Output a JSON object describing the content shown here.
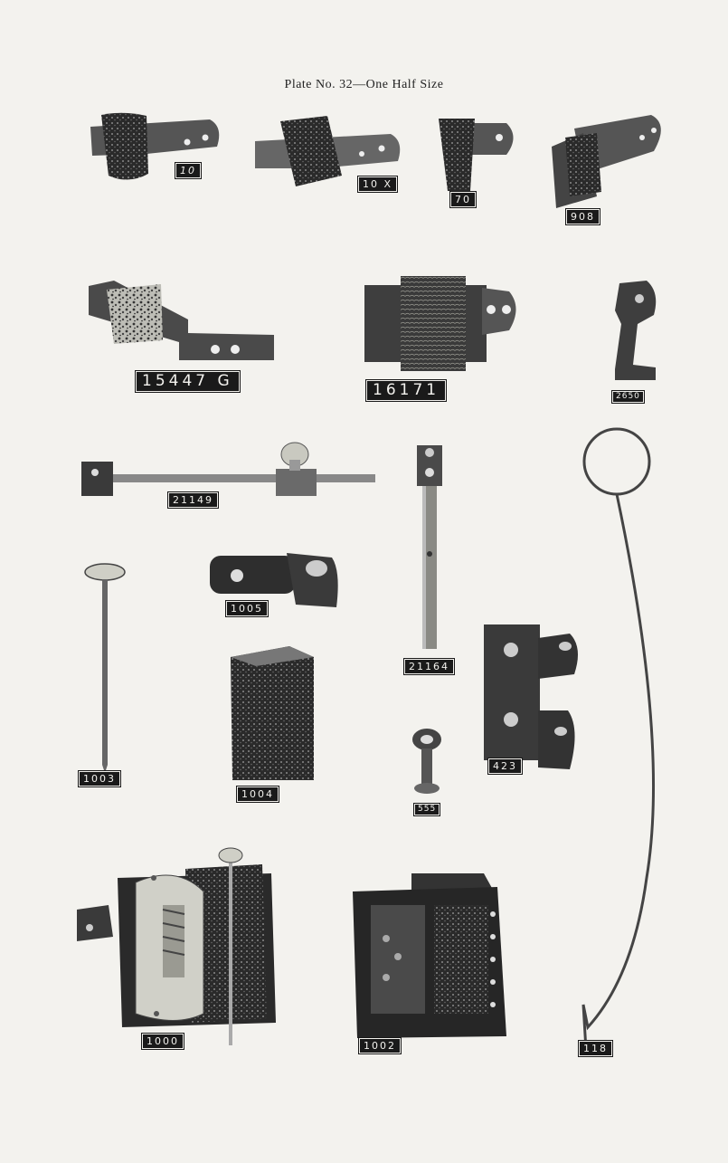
{
  "page": {
    "title": "Plate No. 32—One Half Size"
  },
  "parts": {
    "p10": "10",
    "p10x": "10 X",
    "p70": "70",
    "p908": "908",
    "p15447g": "15447 G",
    "p16171": "16171",
    "p2650": "2650",
    "p21149": "21149",
    "p21164": "21164",
    "p1003": "1003",
    "p1005": "1005",
    "p1004": "1004",
    "p555": "555",
    "p423": "423",
    "p1000": "1000",
    "p1002": "1002",
    "p118": "118"
  }
}
